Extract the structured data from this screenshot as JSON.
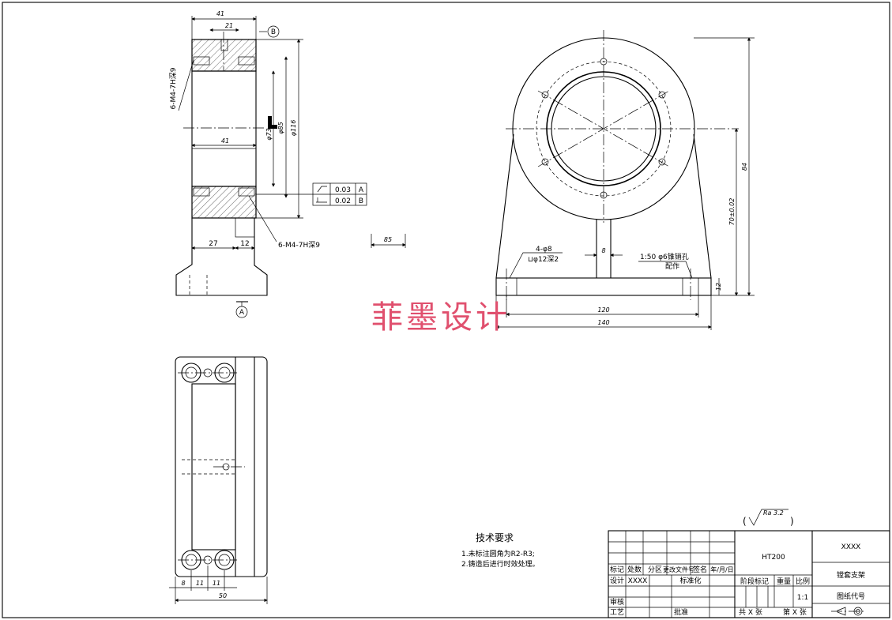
{
  "watermark": "菲墨设计",
  "front_view": {
    "dims": {
      "width_top": "41",
      "offset": "21",
      "width_mid": "41",
      "dia_small": "φ73",
      "dia_mid": "φ85",
      "dia_large": "φ116",
      "base_left": "27",
      "base_right": "12"
    },
    "thread_note_top": "6-M4-7H深9",
    "thread_note_bottom": "6-M4-7H深9",
    "datum_b": "B",
    "datum_a": "A",
    "tolerance": [
      {
        "value": "0.03",
        "datum": "A"
      },
      {
        "value": "0.02",
        "datum": "B"
      }
    ]
  },
  "side_view": {
    "hole_note_1": "4-φ8",
    "hole_note_2": "⊔φ12深2",
    "pin_note_1": "1:50  φ6锥销孔",
    "pin_note_2": "配作",
    "dims": {
      "web": "8",
      "base_h": "12",
      "len_inner": "120",
      "len_outer": "140",
      "height_total": "84",
      "height_center": "70±0.02"
    },
    "small_dim": "85"
  },
  "top_view": {
    "dims": {
      "d1": "8",
      "d2": "11",
      "d3": "11",
      "total": "50"
    }
  },
  "tech_req": {
    "title": "技术要求",
    "items": [
      "1.未标注圆角为R2-R3;",
      "2.铸造后进行时效处理。"
    ]
  },
  "roughness": {
    "label": "Ra 3.2"
  },
  "title_block": {
    "material": "HT200",
    "company": "XXXX",
    "part_name": "镗套支架",
    "drawing_no_label": "图纸代号",
    "header_row": [
      "标记",
      "处数",
      "分区",
      "更改文件号",
      "签名",
      "年/月/日"
    ],
    "design_label": "设计",
    "design_value": "XXXX",
    "standardize_label": "标准化",
    "stage_label": "阶段标记",
    "weight_label": "重量",
    "scale_label": "比例",
    "scale_value": "1:1",
    "review_label": "审核",
    "process_label": "工艺",
    "approve_label": "批准",
    "sheets_total": "共 X 张",
    "sheet_no": "第 X 张"
  }
}
